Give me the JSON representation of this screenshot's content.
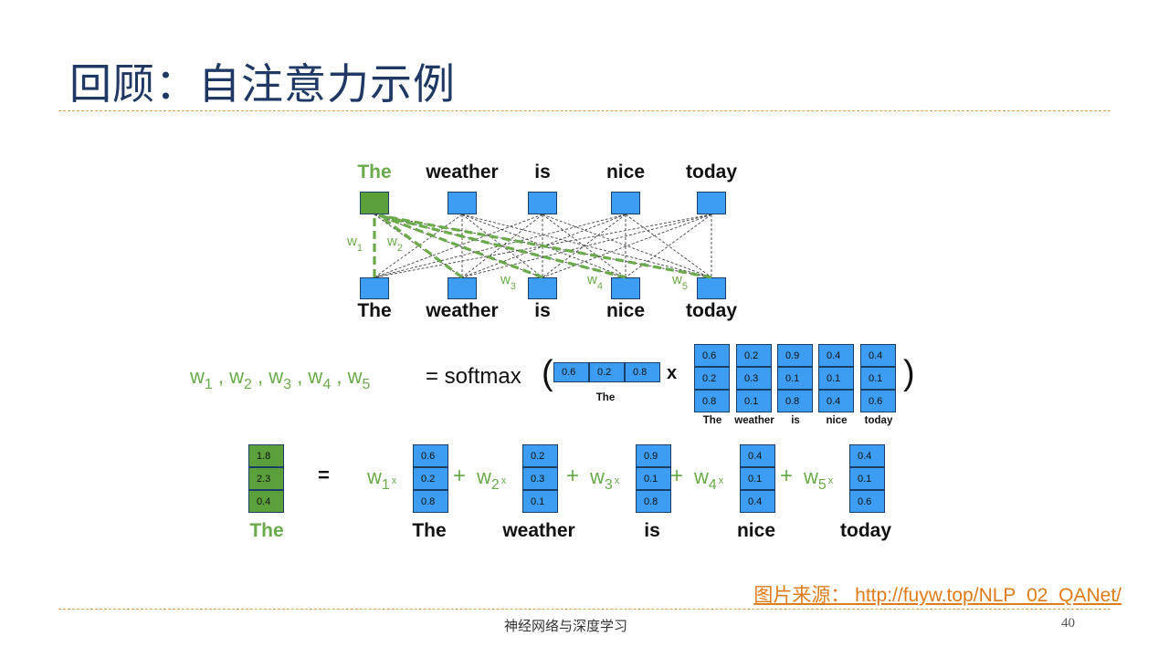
{
  "title": "回顾：自注意力示例",
  "words": [
    "The",
    "weather",
    "is",
    "nice",
    "today"
  ],
  "weight_labels": [
    "w1",
    "w2",
    "w3",
    "w4",
    "w5"
  ],
  "weights": [
    {
      "w": "w",
      "sub": "1"
    },
    {
      "w": "w",
      "sub": "2"
    },
    {
      "w": "w",
      "sub": "3"
    },
    {
      "w": "w",
      "sub": "4"
    },
    {
      "w": "w",
      "sub": "5"
    }
  ],
  "formula": {
    "softmax_label": "= softmax",
    "open_paren": "(",
    "close_paren": ")",
    "times": "x",
    "equals": "=",
    "plus": "+",
    "small_times": "x",
    "query_label": "The",
    "query_vector": [
      "0.6",
      "0.2",
      "0.8"
    ]
  },
  "vectors": [
    [
      "0.6",
      "0.2",
      "0.8"
    ],
    [
      "0.2",
      "0.3",
      "0.1"
    ],
    [
      "0.9",
      "0.1",
      "0.8"
    ],
    [
      "0.4",
      "0.1",
      "0.4"
    ],
    [
      "0.4",
      "0.1",
      "0.6"
    ]
  ],
  "result": {
    "label": "The",
    "values": [
      "1.8",
      "2.3",
      "0.4"
    ]
  },
  "source": "图片来源： http://fuyw.top/NLP_02_QANet/",
  "footer": {
    "course": "神经网络与深度学习",
    "page": "40"
  },
  "colors": {
    "title": "#1f3864",
    "green": "#6aaa4a",
    "blue": "#3d9df2",
    "orange": "#e07b1a"
  }
}
